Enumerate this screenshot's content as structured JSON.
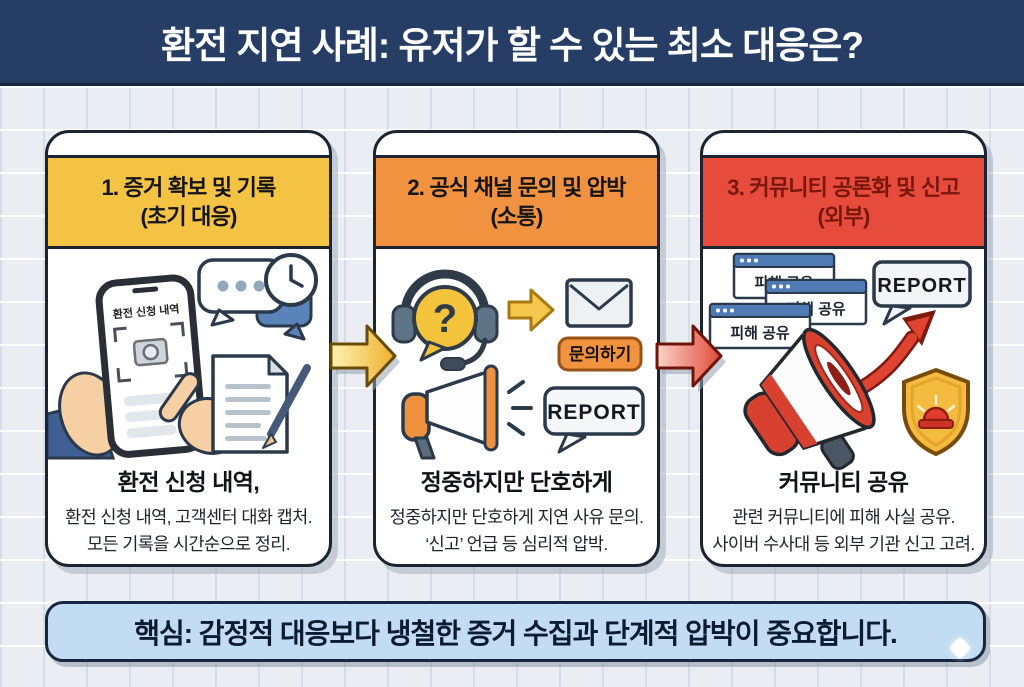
{
  "header": {
    "title": "환전 지연 사례: 유저가 할 수 있는 최소 대응은?"
  },
  "cards": [
    {
      "title_line1": "1. 증거 확보 및 기록",
      "title_line2": "(초기 대응)",
      "phone_label": "환전 신청 내역",
      "body_title": "환전 신청 내역,",
      "body_line1": "환전 신청 내역, 고객센터 대화 캡처.",
      "body_line2": "모든 기록을 시간순으로 정리.",
      "accent_color": "#F5C343"
    },
    {
      "title_line1": "2. 공식 채널 문의 및 압박",
      "title_line2": "(소통)",
      "question_mark": "?",
      "inquiry_button": "문의하기",
      "report_label": "REPORT",
      "body_title": "정중하지만 단호하게",
      "body_line1": "정중하지만 단호하게 지연 사유 문의.",
      "body_line2": "‘신고’ 언급 등 심리적 압박.",
      "accent_color": "#F0923F"
    },
    {
      "title_line1": "3. 커뮤니티 공론화 및 신고",
      "title_line2": "(외부)",
      "window_label": "피해 공유",
      "report_label": "REPORT",
      "body_title": "커뮤니티 공유",
      "body_line1": "관련 커뮤니티에 피해 사실 공유.",
      "body_line2": "사이버 수사대 등 외부 기관 신고 고려.",
      "accent_color": "#E74B3C"
    }
  ],
  "footer": {
    "text": "핵심: 감정적 대응보다 냉철한 증거 수집과 단계적 압박이 중요합니다."
  },
  "colors": {
    "header-bg": "#263E66",
    "ink": "#1B2430",
    "card1-accent": "#F5C343",
    "card2-accent": "#F0923F",
    "card3-accent": "#E74B3C",
    "card3-title-text": "#7A170D",
    "footer-bg": "#C2DDF3",
    "footer-text": "#0B1B33",
    "background": "#EAEEF3"
  }
}
